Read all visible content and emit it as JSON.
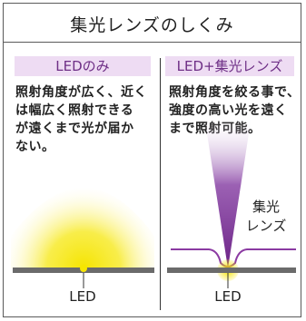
{
  "title": "集光レンズのしくみ",
  "left": {
    "tab": "LEDのみ",
    "desc_lines": [
      "照射角度が広く、近く",
      "は幅広く照射できる",
      "が遠くまで光が届か",
      "ない。"
    ],
    "led_label": "LED"
  },
  "right": {
    "tab": "LED+集光レンズ",
    "desc_lines": [
      "照射角度を絞る事で、",
      "強度の高い光を遠く",
      "まで照射可能。"
    ],
    "lens_label_lines": [
      "集光",
      "レンズ"
    ],
    "led_label": "LED"
  },
  "colors": {
    "tab_bg": "#eedcf3",
    "tab_text": "#6e2f86",
    "light_yellow": "#f7e600",
    "beam_purple": "#7a2e96",
    "lens_purple": "#8b3aa2",
    "base_gray": "#6b6b6b"
  }
}
